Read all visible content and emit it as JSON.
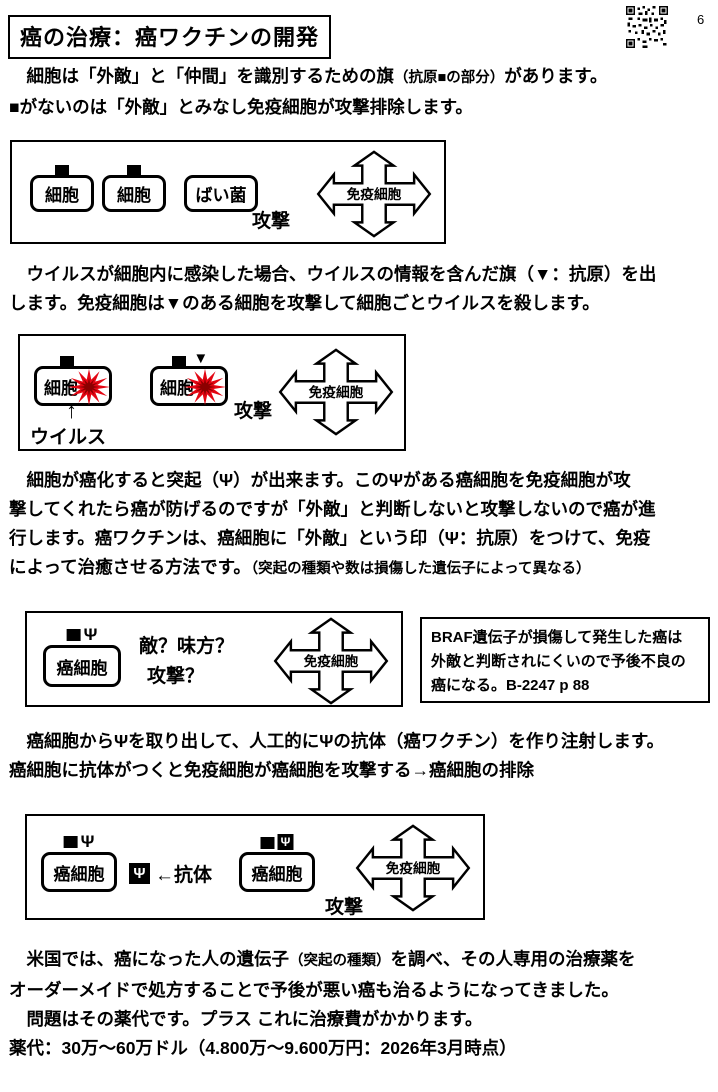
{
  "page": {
    "number": "6"
  },
  "header": {
    "title": "癌の治療：癌ワクチンの開発"
  },
  "intro": {
    "line1_pre": "　細胞は「外敵」と「仲間」を識別するための旗",
    "line1_note": "（抗原■の部分）",
    "line1_post": "があります。",
    "line2": "■がないのは「外敵」とみなし免疫細胞が攻撃排除します。"
  },
  "diagram1": {
    "cell1_label": "細胞",
    "cell2_label": "細胞",
    "germ_label": "ばい菌",
    "attack_label": "攻撃",
    "immune_label": "免疫細胞"
  },
  "virus_para": {
    "line1": "　ウイルスが細胞内に感染した場合、ウイルスの情報を含んだ旗（▼：抗原）を出",
    "line2": "します。免疫細胞は▼のある細胞を攻撃して細胞ごとウイルスを殺します。"
  },
  "diagram2": {
    "cell1_label": "細胞",
    "cell2_label": "細胞",
    "virus_arrow": "↑",
    "virus_label": "ウイルス",
    "antigen_flag": "▼",
    "attack_label": "攻撃",
    "immune_label": "免疫細胞"
  },
  "cancer_para": {
    "line1": "　細胞が癌化すると突起（Ψ）が出来ます。このΨがある癌細胞を免疫細胞が攻",
    "line2": "撃してくれたら癌が防げるのですが「外敵」と判断しないと攻撃しないので癌が進",
    "line3": "行します。癌ワクチンは、癌細胞に「外敵」という印（Ψ：抗原）をつけて、免疫",
    "line4_main": "によって治癒させる方法です。",
    "line4_note": "（突起の種類や数は損傷した遺伝子によって異なる）"
  },
  "diagram3": {
    "cell_label": "癌細胞",
    "psi": "Ψ",
    "question_line1": "敵？味方？",
    "question_line2": "攻撃？",
    "immune_label": "免疫細胞"
  },
  "braf_note": {
    "line1": "BRAF遺伝子が損傷して発生した癌は",
    "line2": "外敵と判断されにくいので予後不良の",
    "line3": "癌になる。B-2247 p 88"
  },
  "vaccine_para": {
    "line1": "　癌細胞からΨを取り出して、人工的にΨの抗体（癌ワクチン）を作り注射します。",
    "line2": "癌細胞に抗体がつくと免疫細胞が癌細胞を攻撃する→癌細胞の排除"
  },
  "diagram4": {
    "cell1_label": "癌細胞",
    "cell2_label": "癌細胞",
    "psi": "Ψ",
    "antibody_psi": "Ψ",
    "antibody_label": "←抗体",
    "attack_label": "攻撃",
    "immune_label": "免疫細胞"
  },
  "usa_para": {
    "line1_pre": "　米国では、癌になった人の遺伝子",
    "line1_note": "（突起の種類）",
    "line1_post": "を調べ、その人専用の治療薬を",
    "line2": "オーダーメイドで処方することで予後が悪い癌も治るようになってきました。",
    "line3": "　問題はその薬代です。プラス これに治療費がかかります。",
    "line4": "薬代：30万～60万ドル（4.800万～9.600万円：2026年3月時点）"
  },
  "colors": {
    "burst_red": "#e30613",
    "burst_dark": "#8b0000"
  }
}
